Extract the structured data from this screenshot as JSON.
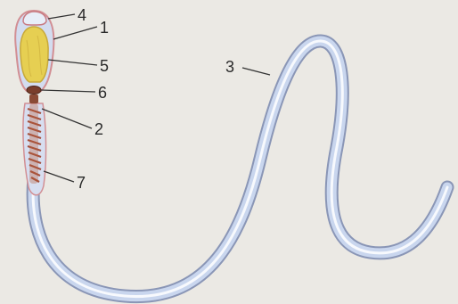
{
  "labels": {
    "acrosome_cap": "4",
    "membrane": "1",
    "nucleus": "5",
    "centriole": "6",
    "midpiece": "2",
    "tail": "3",
    "mitochondrial_sheath": "7"
  },
  "colors": {
    "background": "#ebe9e4",
    "tail_outline": "#8a96b6",
    "tail_fill": "#c9d6ee",
    "tail_highlight": "#ffffff",
    "nucleus": "#e6cf52",
    "membrane_edge": "#d28f94",
    "midpiece_spiral": "#a34e3a",
    "centriole": "#7a3e2c"
  }
}
